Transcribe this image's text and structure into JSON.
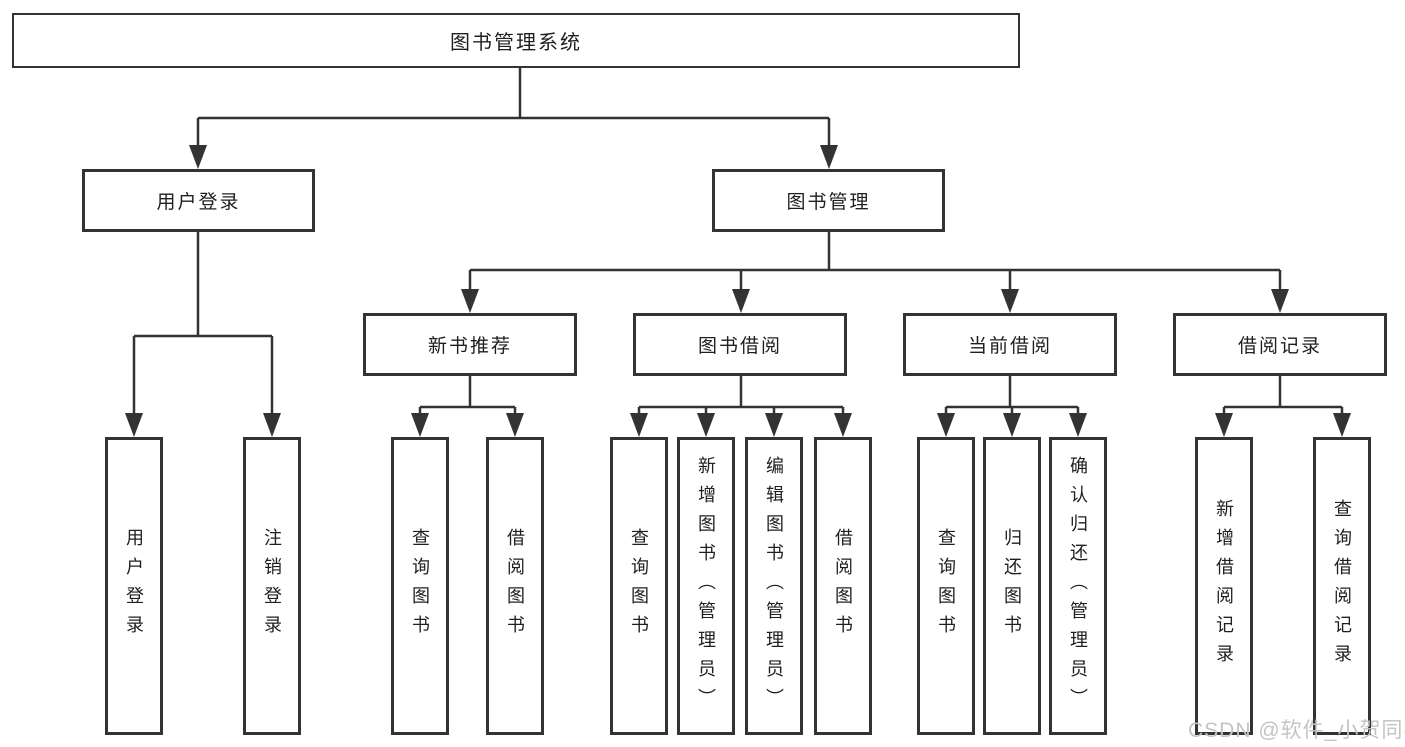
{
  "tree": {
    "root": "图书管理系统",
    "children": [
      {
        "label": "用户登录",
        "children": [
          "用户登录",
          "注销登录"
        ]
      },
      {
        "label": "图书管理",
        "children": [
          {
            "label": "新书推荐",
            "children": [
              "查询图书",
              "借阅图书"
            ]
          },
          {
            "label": "图书借阅",
            "children": [
              "查询图书",
              "新增图书（管理员）",
              "编辑图书（管理员）",
              "借阅图书"
            ]
          },
          {
            "label": "当前借阅",
            "children": [
              "查询图书",
              "归还图书",
              "确认归还（管理员）"
            ]
          },
          {
            "label": "借阅记录",
            "children": [
              "新增借阅记录",
              "查询借阅记录"
            ]
          }
        ]
      }
    ]
  },
  "watermark": "CSDN @软件_小贺同学",
  "colors": {
    "line": "#333333",
    "text": "#1f1f1f",
    "watermark": "#c4c4c4",
    "background": "#ffffff"
  }
}
